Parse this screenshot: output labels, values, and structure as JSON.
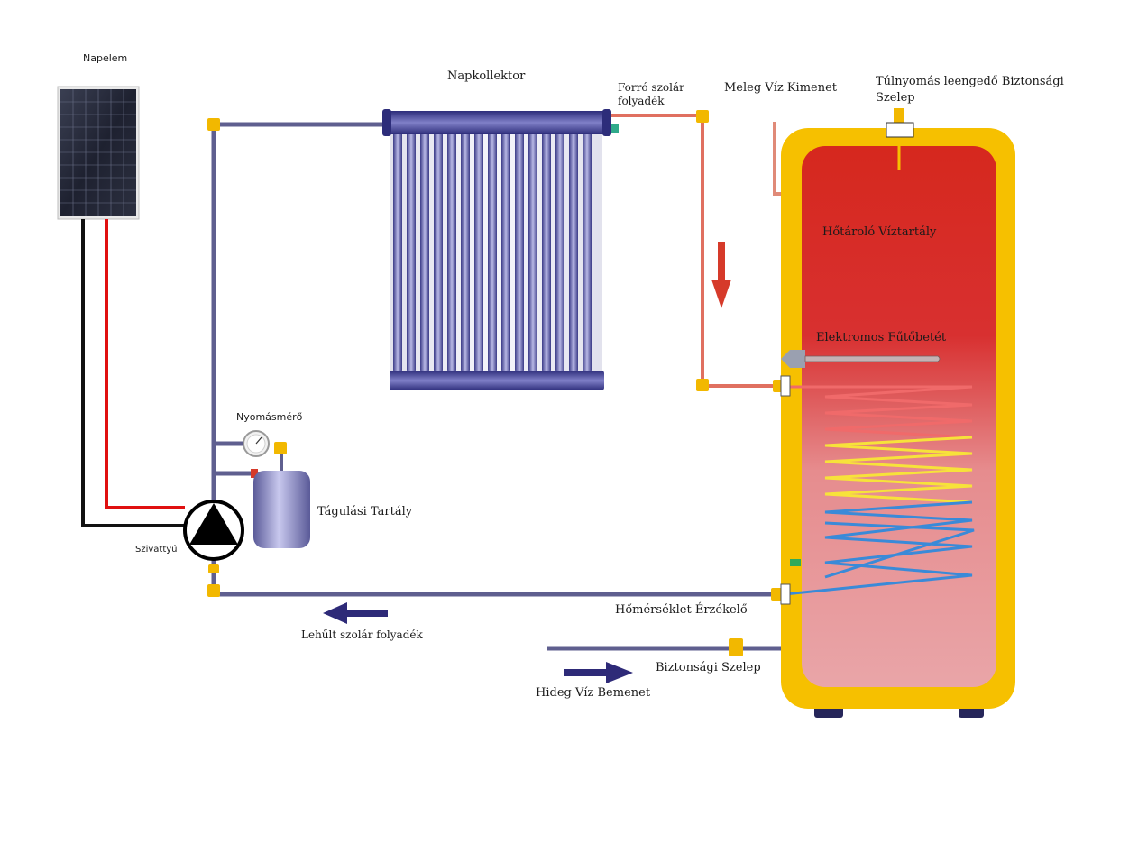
{
  "labels": {
    "napelem": "Napelem",
    "napkollektor": "Napkollektor",
    "forro_szolar": "Forró szolár folyadék",
    "meleg_viz": "Meleg Víz Kimenet",
    "tulnyomas": "Túlnyomás leengedő Biztonsági Szelep",
    "hotarolo": "Hőtároló Víztartály",
    "elektromos": "Elektromos Fűtőbetét",
    "nyomasmero": "Nyomásmérő",
    "tagulasi": "Tágulási Tartály",
    "szivattyu": "Szivattyú",
    "homerseklet": "Hőmérséklet Érzékelő",
    "lehult": "Lehűlt szolár folyadék",
    "biztonsagi": "Biztonsági Szelep",
    "hideg_viz": "Hideg Víz Bemenet"
  },
  "colors": {
    "pipe": "#5f5f8f",
    "hot_pipe": "#e07060",
    "fitting": "#f2b800",
    "tank_shell": "#f6c000",
    "tank_hot": "#d6281e",
    "tank_cool": "#e9a5a8",
    "arrow": "#2e2a78",
    "flow_red": "#d63a2a",
    "wire_red": "#e01010",
    "wire_black": "#111111",
    "coil_red": "#f06a6a",
    "coil_yellow": "#f7e23a",
    "coil_blue": "#3a8ad8"
  }
}
